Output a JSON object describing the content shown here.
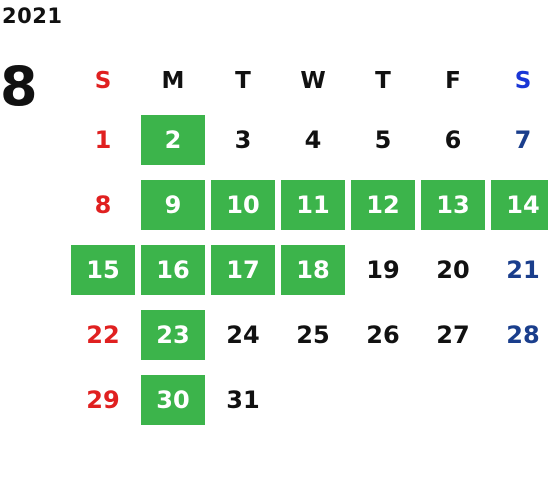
{
  "year": "2021",
  "month": "8",
  "weekdays": [
    "S",
    "M",
    "T",
    "W",
    "T",
    "F",
    "S"
  ],
  "weeks": [
    [
      {
        "day": "1",
        "kind": "sun",
        "highlight": false
      },
      {
        "day": "2",
        "kind": "wd",
        "highlight": true
      },
      {
        "day": "3",
        "kind": "wd",
        "highlight": false
      },
      {
        "day": "4",
        "kind": "wd",
        "highlight": false
      },
      {
        "day": "5",
        "kind": "wd",
        "highlight": false
      },
      {
        "day": "6",
        "kind": "wd",
        "highlight": false
      },
      {
        "day": "7",
        "kind": "sat",
        "highlight": false
      }
    ],
    [
      {
        "day": "8",
        "kind": "sun",
        "highlight": false
      },
      {
        "day": "9",
        "kind": "wd",
        "highlight": true
      },
      {
        "day": "10",
        "kind": "wd",
        "highlight": true
      },
      {
        "day": "11",
        "kind": "wd",
        "highlight": true
      },
      {
        "day": "12",
        "kind": "wd",
        "highlight": true
      },
      {
        "day": "13",
        "kind": "wd",
        "highlight": true
      },
      {
        "day": "14",
        "kind": "sat",
        "highlight": true
      }
    ],
    [
      {
        "day": "15",
        "kind": "sun",
        "highlight": true
      },
      {
        "day": "16",
        "kind": "wd",
        "highlight": true
      },
      {
        "day": "17",
        "kind": "wd",
        "highlight": true
      },
      {
        "day": "18",
        "kind": "wd",
        "highlight": true
      },
      {
        "day": "19",
        "kind": "wd",
        "highlight": false
      },
      {
        "day": "20",
        "kind": "wd",
        "highlight": false
      },
      {
        "day": "21",
        "kind": "sat",
        "highlight": false
      }
    ],
    [
      {
        "day": "22",
        "kind": "sun",
        "highlight": false
      },
      {
        "day": "23",
        "kind": "wd",
        "highlight": true
      },
      {
        "day": "24",
        "kind": "wd",
        "highlight": false
      },
      {
        "day": "25",
        "kind": "wd",
        "highlight": false
      },
      {
        "day": "26",
        "kind": "wd",
        "highlight": false
      },
      {
        "day": "27",
        "kind": "wd",
        "highlight": false
      },
      {
        "day": "28",
        "kind": "sat",
        "highlight": false
      }
    ],
    [
      {
        "day": "29",
        "kind": "sun",
        "highlight": false
      },
      {
        "day": "30",
        "kind": "wd",
        "highlight": true
      },
      {
        "day": "31",
        "kind": "wd",
        "highlight": false
      }
    ]
  ],
  "colors": {
    "highlight": "#3cb44b",
    "sunday": "#e02020",
    "saturday": "#1a3e8c",
    "saturday_header": "#1a36d6",
    "text": "#111111"
  }
}
